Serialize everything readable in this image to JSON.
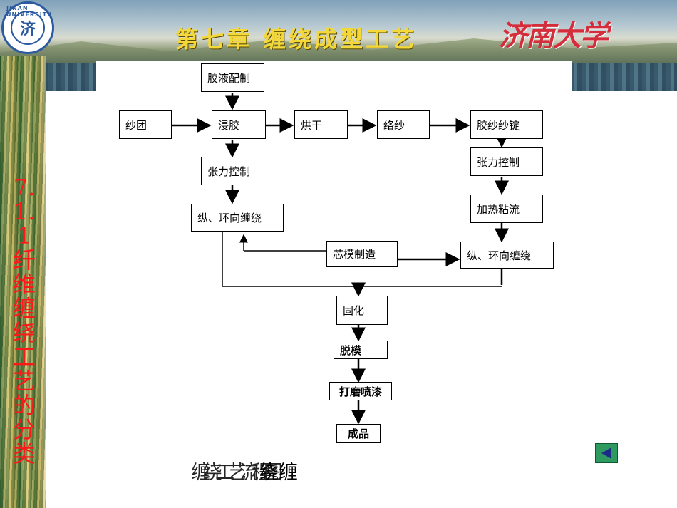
{
  "header": {
    "chapter_title": "第七章 缠绕成型工艺",
    "brand": "济南大学",
    "logo_text": "JINAN UNIVERSITY",
    "logo_mark": "济"
  },
  "sidebar": {
    "title": "7.1.1纤维缠绕工艺的分类"
  },
  "flowchart": {
    "nodes": {
      "glue_prep": "胶液配制",
      "yarn_roll": "纱团",
      "dipping": "浸胶",
      "drying": "烘干",
      "winding_yarn": "络纱",
      "prepreg_spindle": "胶纱纱锭",
      "tension_left": "张力控制",
      "tension_right": "张力控制",
      "heat_tack": "加热粘流",
      "winding_left": "纵、环向缠绕",
      "winding_right": "纵、环向缠绕",
      "mandrel": "芯模制造",
      "curing": "固化",
      "demold": "脱模",
      "grind_paint": "打磨喷漆",
      "product": "成品"
    }
  },
  "caption": {
    "text": "缠绕工艺流程图",
    "visible_fragment": "绕缠"
  },
  "colors": {
    "title_yellow": "#f4d83a",
    "sidebar_red": "#ff1818",
    "brand_red": "#d42d3c",
    "nav_green": "#2f9a5f"
  },
  "nav": {
    "back_icon": "left-triangle-icon"
  }
}
